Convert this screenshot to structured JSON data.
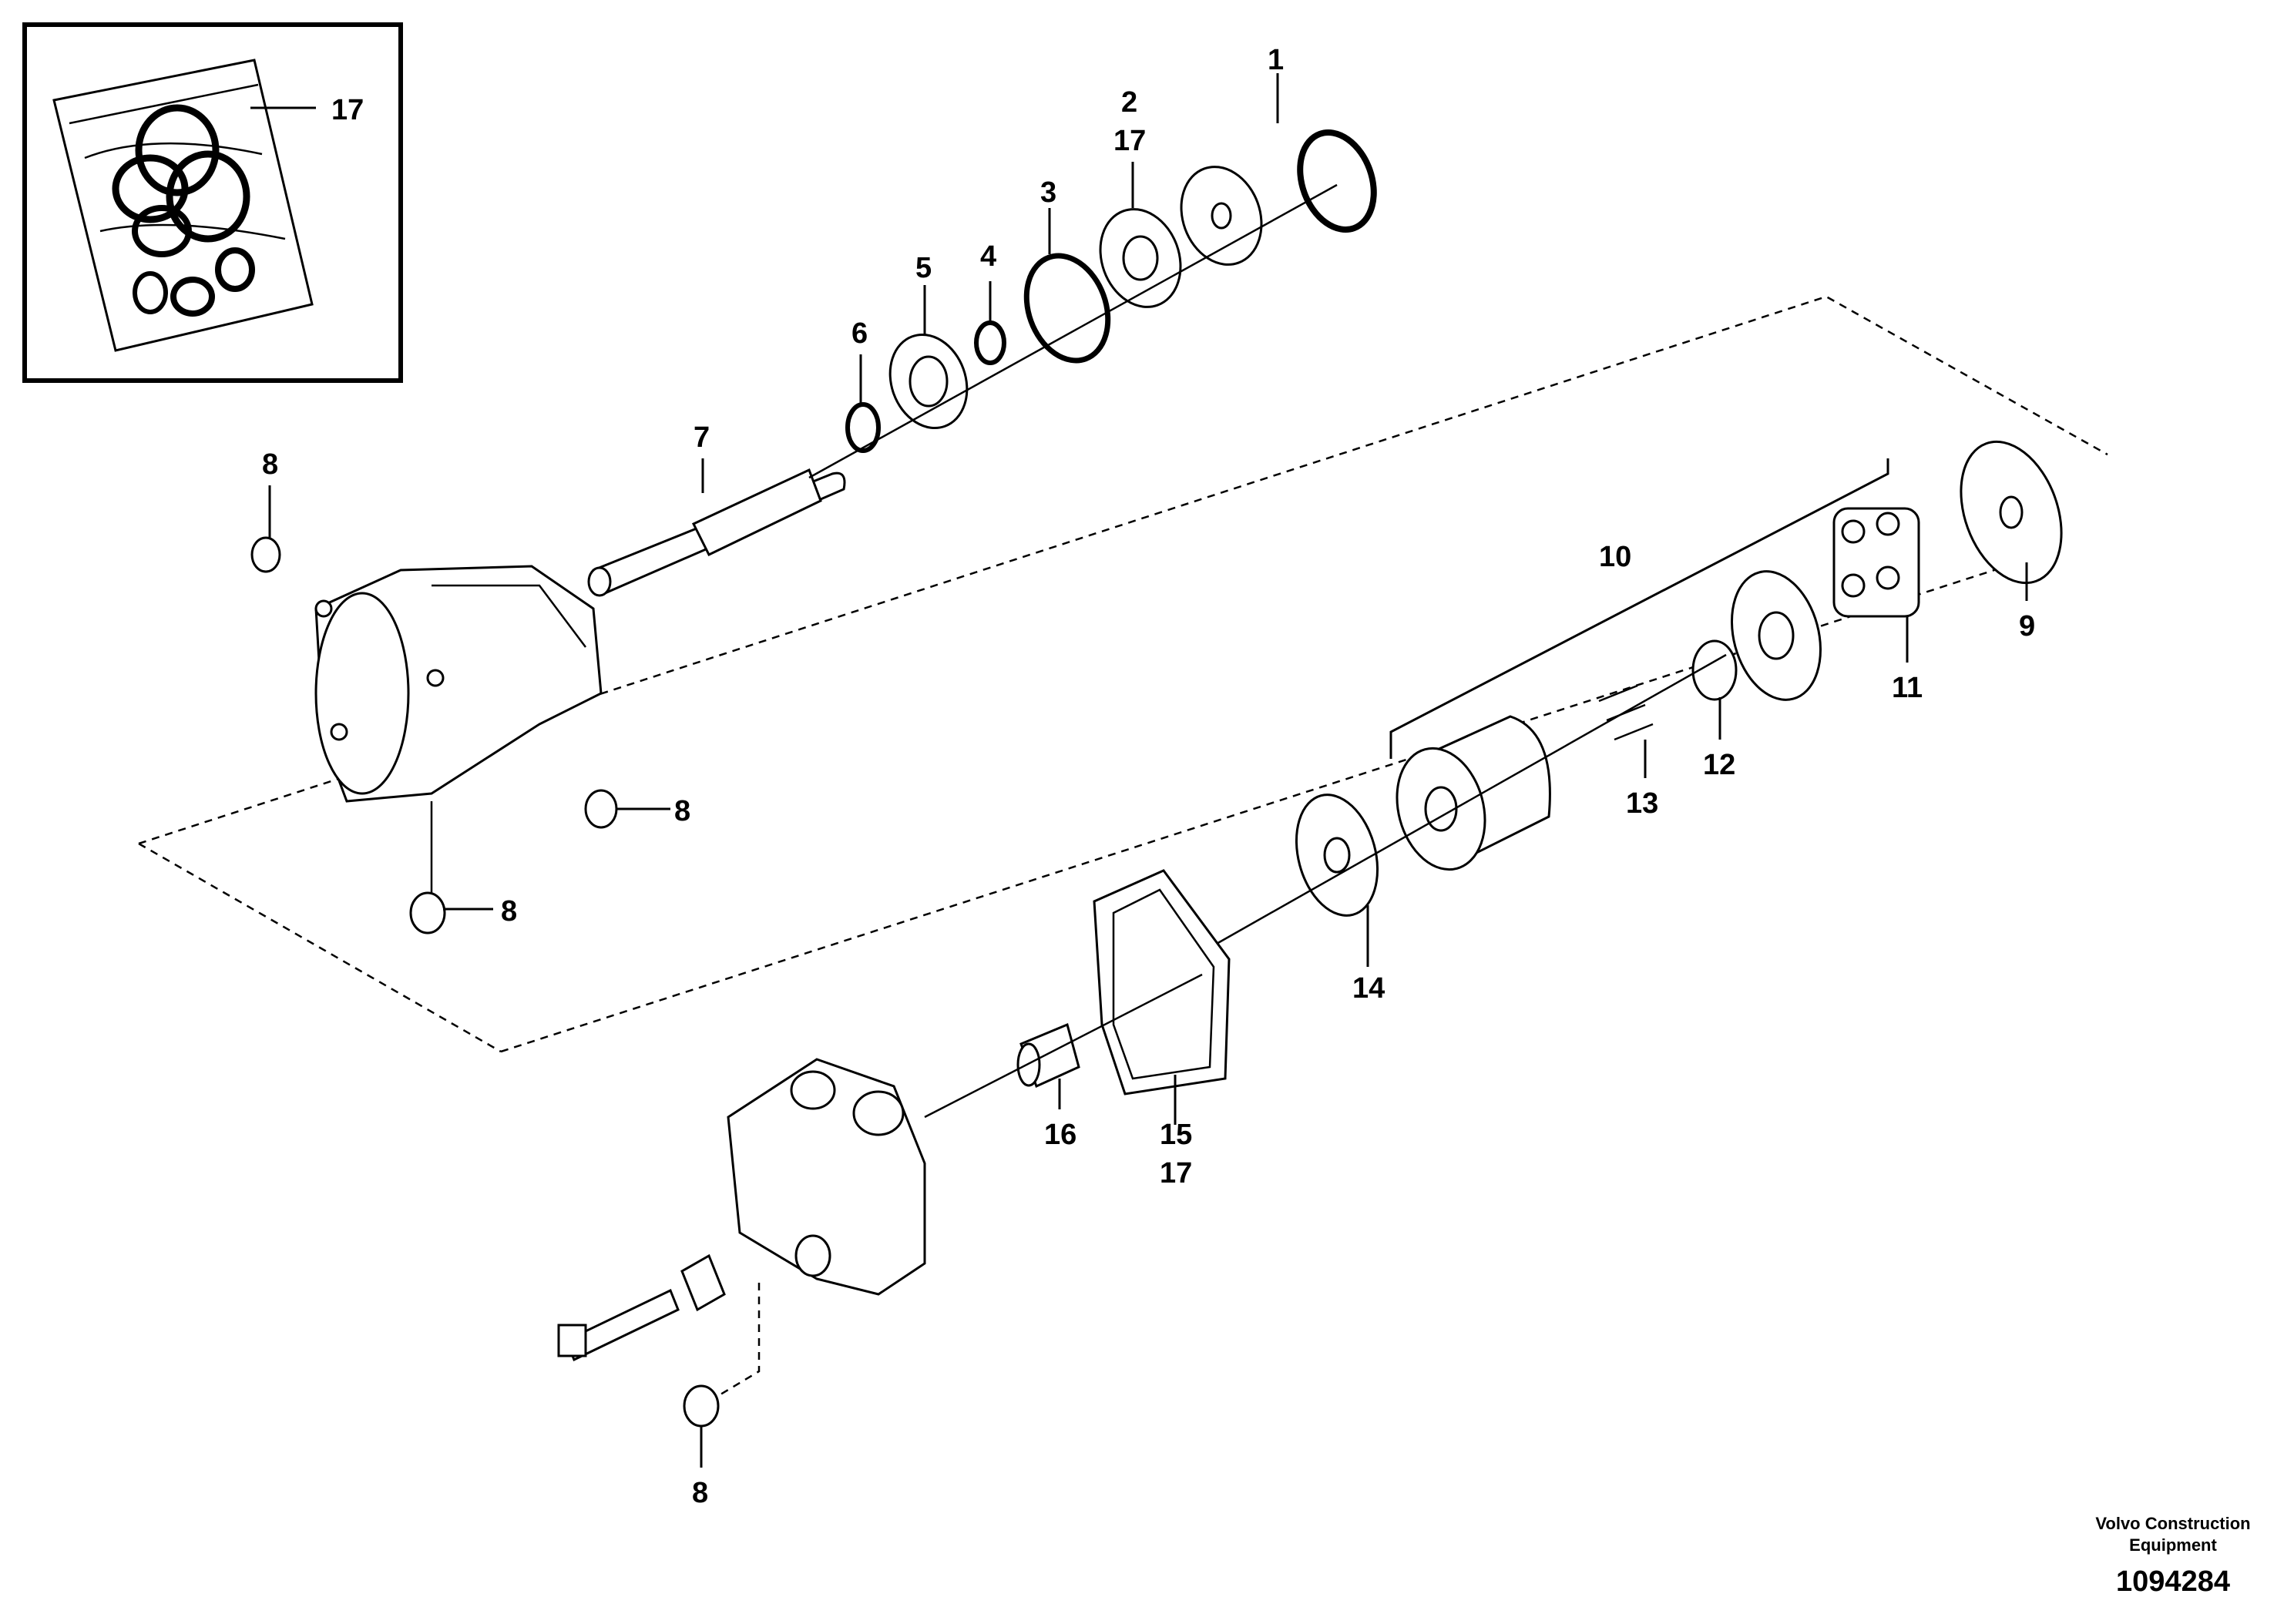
{
  "callouts": {
    "c1": "1",
    "c2": "2",
    "c2_17": "17",
    "c3": "3",
    "c4": "4",
    "c5": "5",
    "c6": "6",
    "c7": "7",
    "c8_top": "8",
    "c8_right": "8",
    "c8_lower": "8",
    "c8_bottom": "8",
    "c9": "9",
    "c10": "10",
    "c11": "11",
    "c12": "12",
    "c13": "13",
    "c14": "14",
    "c15": "15",
    "c15_17": "17",
    "c16": "16",
    "c17_kit": "17"
  },
  "footer": {
    "company_line1": "Volvo Construction",
    "company_line2": "Equipment",
    "drawing_number": "1094284"
  },
  "colors": {
    "line": "#000000",
    "background": "#ffffff"
  }
}
